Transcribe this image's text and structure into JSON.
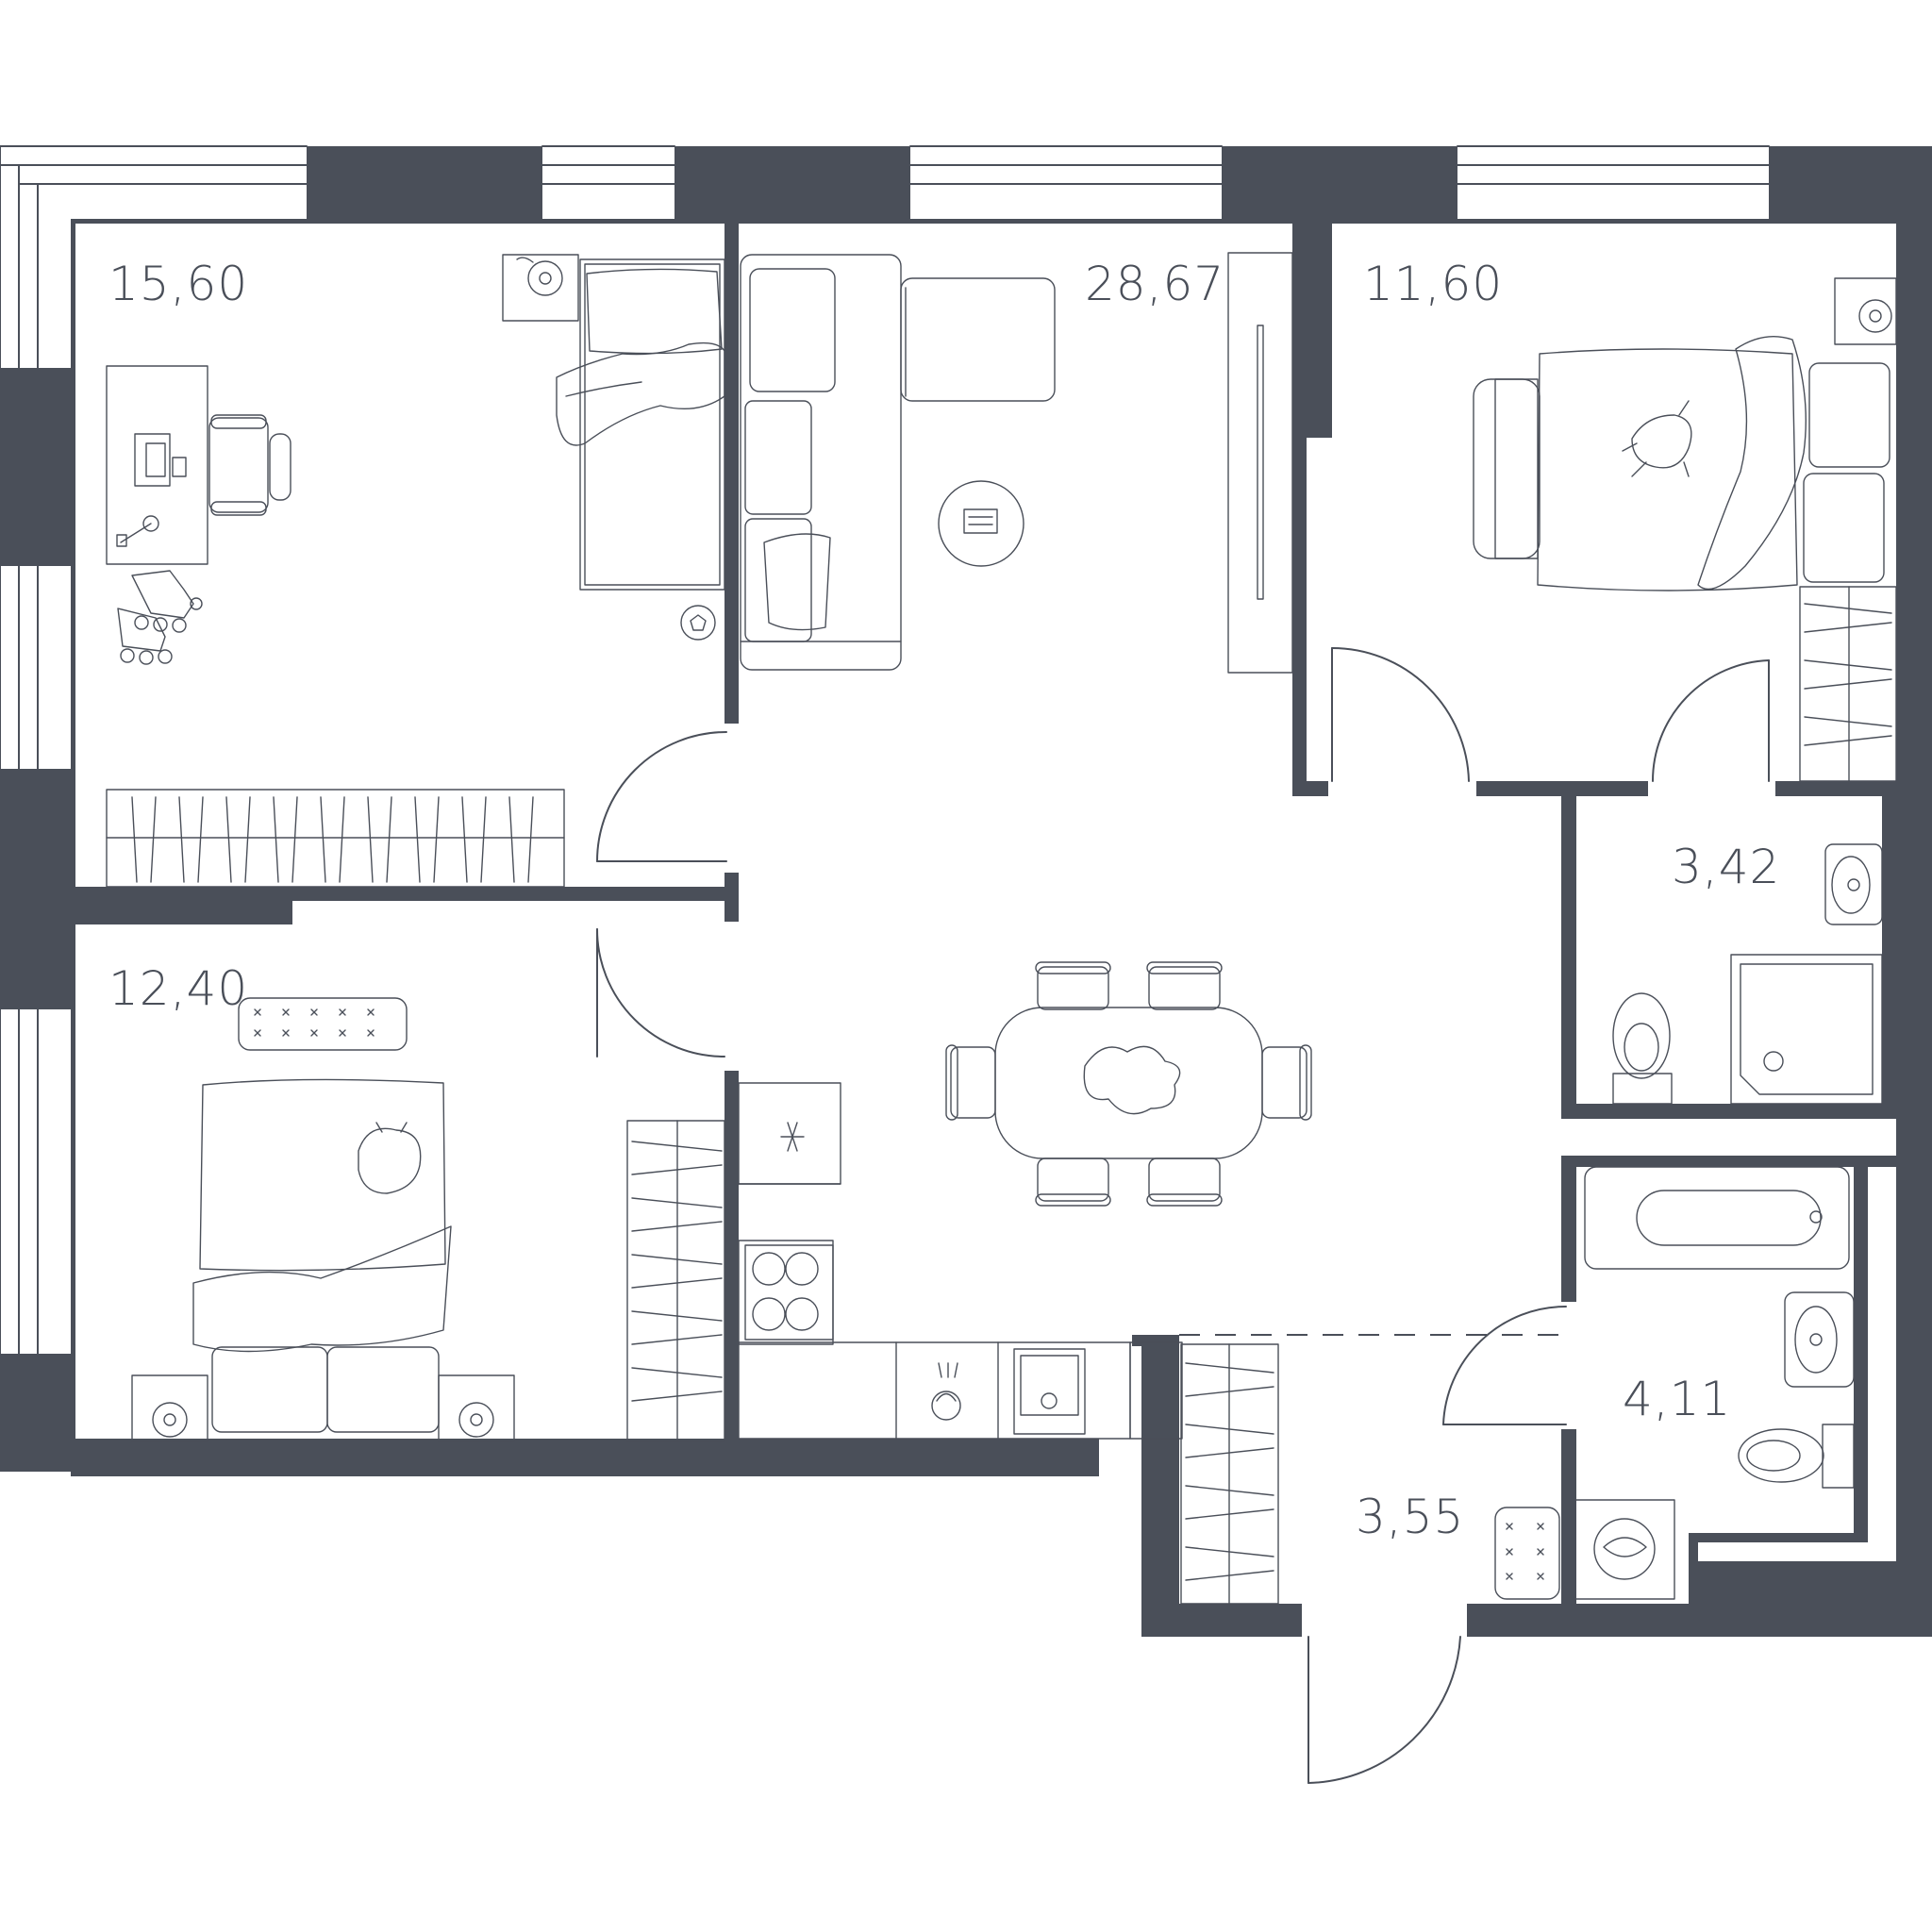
{
  "colors": {
    "wall": "#4a4f59",
    "background": "#ffffff"
  },
  "rooms": [
    {
      "id": "bedroom-1",
      "area": "15,60"
    },
    {
      "id": "living-kitchen",
      "area": "28,67"
    },
    {
      "id": "bedroom-2",
      "area": "11,60"
    },
    {
      "id": "bathroom-shower",
      "area": "3,42"
    },
    {
      "id": "bedroom-3",
      "area": "12,40"
    },
    {
      "id": "bathroom-tub",
      "area": "4,11"
    },
    {
      "id": "hallway",
      "area": "3,55"
    }
  ],
  "icons": [
    "bed-icon",
    "desk-icon",
    "office-chair-icon",
    "laptop-icon",
    "rollerblades-icon",
    "football-icon",
    "corner-sofa-icon",
    "round-rug-icon",
    "tv-unit-icon",
    "dining-table-icon",
    "chair-icon",
    "stovetop-icon",
    "sink-icon",
    "fridge-icon",
    "toilet-icon",
    "washbasin-icon",
    "shower-tray-icon",
    "bathtub-icon",
    "washing-machine-icon",
    "wardrobe-icon",
    "cat-icon",
    "door-swing-icon",
    "window-icon",
    "armchair-icon",
    "nightstand-lamp-icon",
    "shoe-bench-icon"
  ]
}
